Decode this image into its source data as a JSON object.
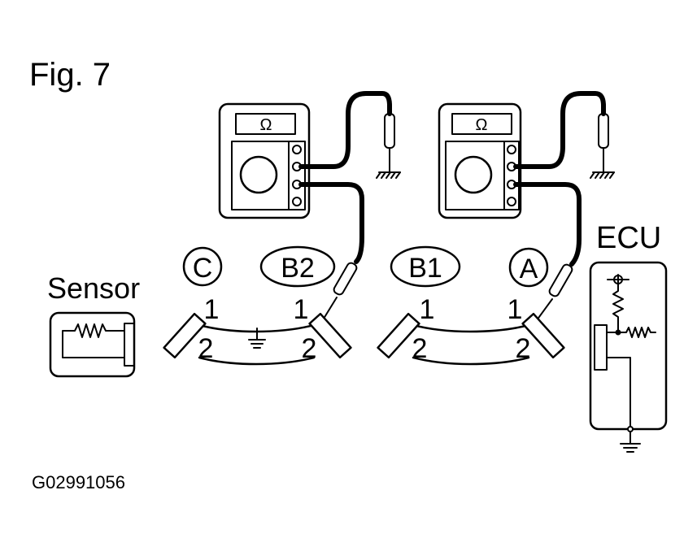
{
  "figure": {
    "title": "Fig. 7",
    "code": "G02991056"
  },
  "meters": [
    {
      "display": "Ω"
    },
    {
      "display": "Ω"
    }
  ],
  "connectors": {
    "C": "C",
    "B2": "B2",
    "B1": "B1",
    "A": "A",
    "pin1": "1",
    "pin2": "2"
  },
  "sensor": {
    "label": "Sensor"
  },
  "ecu": {
    "label": "ECU"
  },
  "colors": {
    "line": "#000000",
    "background": "#ffffff"
  }
}
